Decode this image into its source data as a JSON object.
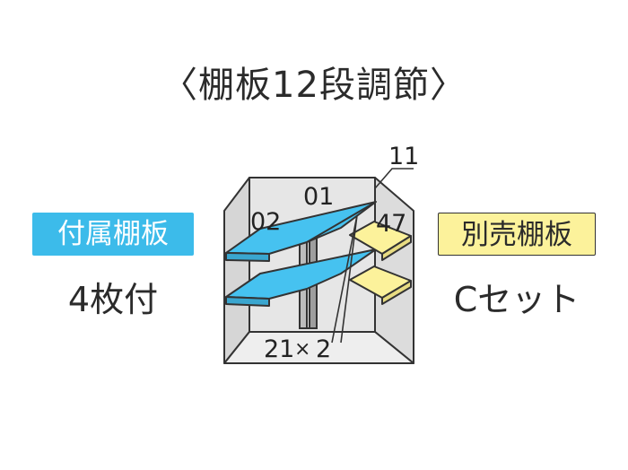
{
  "title": "〈棚板12段調節〉",
  "left": {
    "badge": "付属棚板",
    "caption": "4枚付",
    "color": "#3cbbea"
  },
  "right": {
    "badge": "別売棚板",
    "caption": "Cセット",
    "color": "#fcf29b"
  },
  "labels": {
    "l02": "02",
    "l01": "01",
    "l11": "11",
    "l47": "47",
    "l21": "21",
    "times": "×",
    "l2": "2"
  }
}
